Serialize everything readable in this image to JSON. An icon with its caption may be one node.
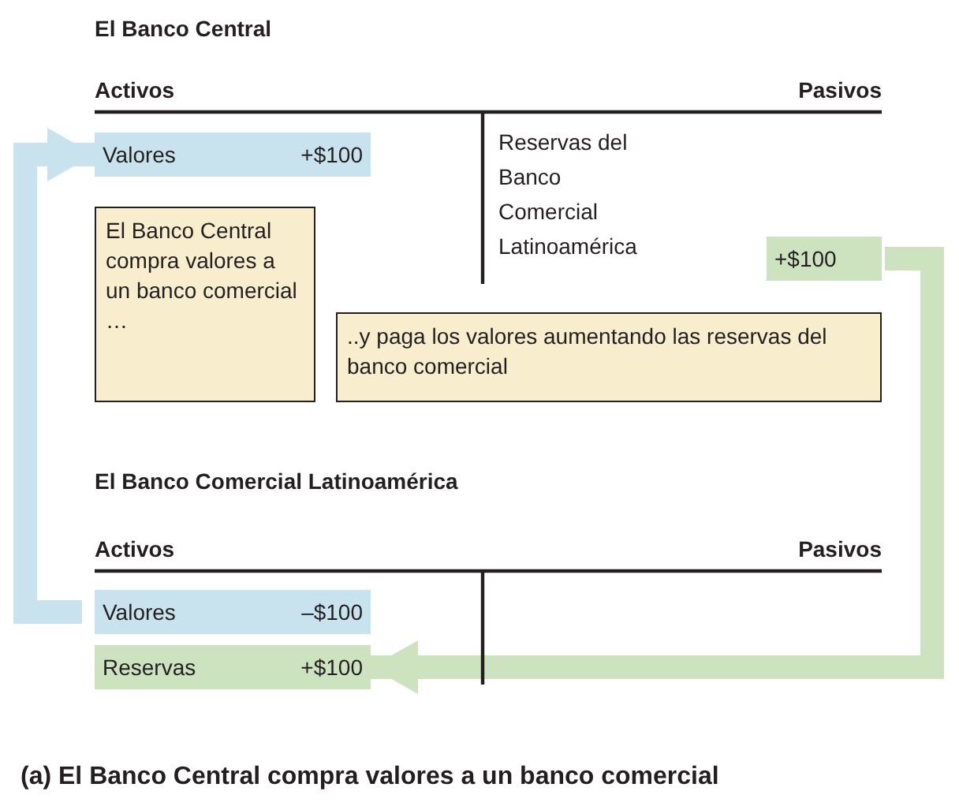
{
  "diagram": {
    "caption": "(a) El Banco Central compra valores a un banco comercial",
    "nodes": [
      {
        "text": [
          "Valores",
          "+$100"
        ]
      },
      {
        "text": [
          "El Banco Central compra valores a un banco comercial …"
        ]
      },
      {
        "text": [
          "+$100"
        ]
      },
      {
        "text": [
          "..y paga los valores aumentando las reservas del banco comercial"
        ]
      },
      {
        "text": [
          "Valores",
          "–$100"
        ]
      },
      {
        "text": [
          "Reservas",
          "+$100"
        ]
      }
    ],
    "edges": [
      {
        "from": 4,
        "to": 0,
        "arrow": "to",
        "color": "#c9e3ee"
      },
      {
        "from": 2,
        "to": 5,
        "arrow": "to",
        "color": "#cde3c0"
      }
    ],
    "labels": [
      "El Banco Central",
      "Activos",
      "Pasivos",
      "Reservas del Banco Comercial Latinoamérica",
      "El Banco Comercial Latinoamérica",
      "Activos",
      "Pasivos"
    ]
  }
}
